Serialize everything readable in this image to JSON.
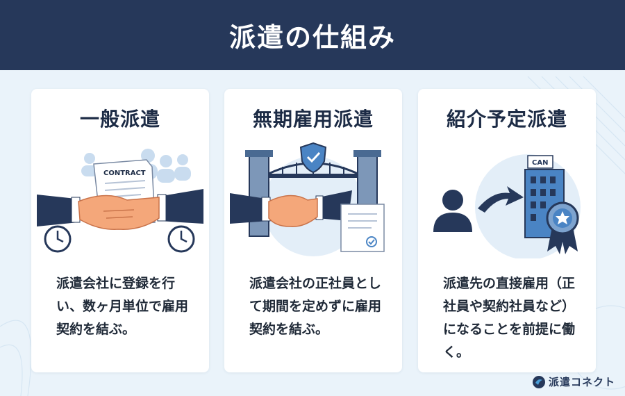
{
  "header": {
    "title": "派遣の仕組み"
  },
  "cards": [
    {
      "title": "一般派遣",
      "description": "派遣会社に登録を行い、数ヶ月単位で雇用契約を結ぶ。"
    },
    {
      "title": "無期雇用派遣",
      "description": "派遣会社の正社員として期間を定めずに雇用契約を結ぶ。"
    },
    {
      "title": "紹介予定派遣",
      "description": "派遣先の直接雇用（正社員や契約社員など）になることを前提に働く。"
    }
  ],
  "illustrations": {
    "contract_label": "CONTRACT",
    "building_label": "CAN"
  },
  "logo": {
    "text": "派遣コネクト"
  },
  "colors": {
    "header_bg": "#26385a",
    "page_bg": "#eaf3fa",
    "sleeve": "#26385a",
    "skin": "#f4a77a",
    "accent_blue": "#4a84c4"
  }
}
